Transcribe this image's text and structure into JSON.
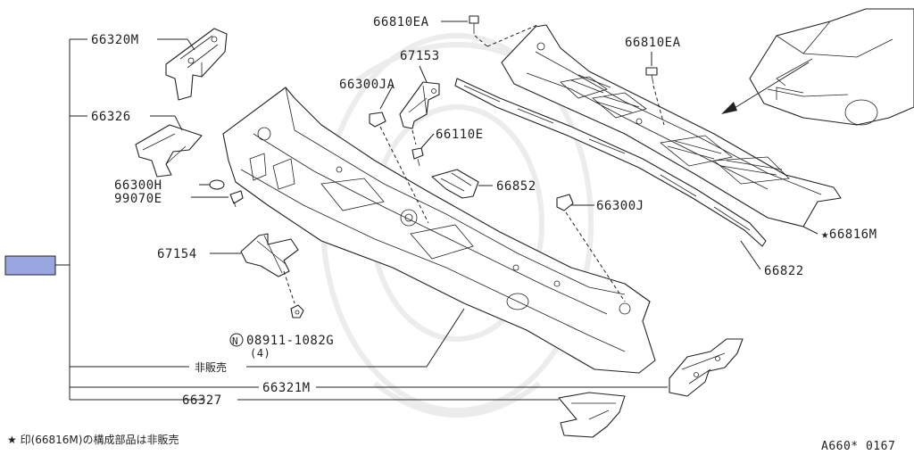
{
  "labels": {
    "p66320M": "66320M",
    "p66326": "66326",
    "p66300H": "66300H",
    "p99070E": "99070E",
    "p67154": "67154",
    "nut_prefix": "N",
    "p08911": "08911-1082G",
    "qty": "(4)",
    "not_sold": "非販売",
    "p66321M": "66321M",
    "p66327": "66327",
    "p66810EA_a": "66810EA",
    "p67153": "67153",
    "p66300JA": "66300JA",
    "p66110E": "66110E",
    "p66852": "66852",
    "p66300J": "66300J",
    "p66810EA_b": "66810EA",
    "p66816M": "★66816M",
    "p66822": "66822"
  },
  "footnote": "★ 印(66816M)の構成部品は非販売",
  "code": "A660* 0167",
  "colors": {
    "assembly_box": "#9aa6e0",
    "ink": "#222222"
  }
}
